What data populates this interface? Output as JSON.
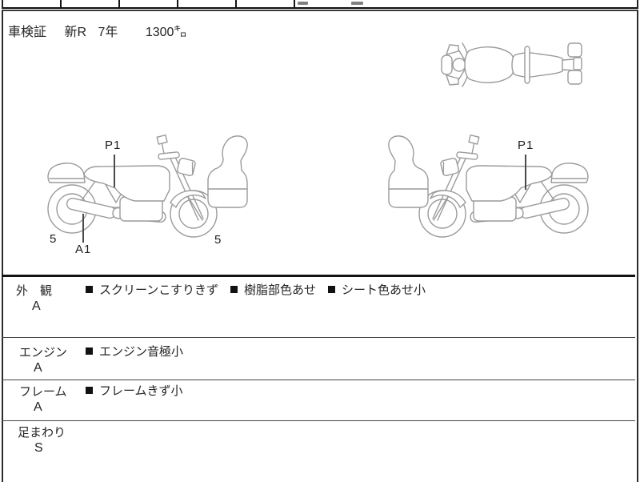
{
  "sheet": {
    "vehicle_info": {
      "label": "車検証",
      "era": "新R",
      "year": "7年",
      "mileage": "1300㌔"
    },
    "annotations": {
      "left_bike_p1": "P1",
      "left_bike_a1": "A1",
      "left_wheel_grade": "5",
      "right_wheel_grade": "5",
      "right_bike_p1": "P1"
    },
    "sections": [
      {
        "label": "外　観",
        "grade": "A",
        "items": [
          "スクリーンこすりきず",
          "樹脂部色あせ",
          "シート色あせ小"
        ]
      },
      {
        "label": "エンジン",
        "grade": "A",
        "items": [
          "エンジン音極小"
        ]
      },
      {
        "label": "フレーム",
        "grade": "A",
        "items": [
          "フレームきず小"
        ]
      },
      {
        "label": "足まわり",
        "grade": "S",
        "items": []
      }
    ],
    "colors": {
      "line_art": "#9b9b9b",
      "border": "#131313",
      "text": "#242424"
    }
  }
}
